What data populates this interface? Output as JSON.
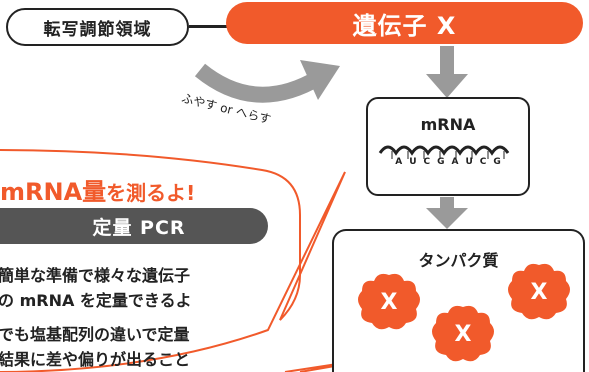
{
  "region_label": "転写調節領域",
  "gene_label": "遺伝子 X",
  "arrow_label": "ふやす or へらす",
  "mrna": {
    "title": "mRNA",
    "sequence": [
      "A",
      "U",
      "C",
      "G",
      "A",
      "U",
      "C",
      "G"
    ]
  },
  "protein": {
    "title": "タンパク質",
    "marker": "X"
  },
  "bubble": {
    "headline_prefix": "mRNA",
    "headline_emph": "量",
    "headline_suffix": "を測るよ!",
    "method": "定量 PCR",
    "lines": [
      "簡単な準備で様々な遺伝子",
      "の mRNA を定量できるよ",
      "でも塩基配列の違いで定量",
      "結果に差や偏りが出ること"
    ]
  },
  "colors": {
    "accent": "#f15a2b",
    "banner": "#555555",
    "arrow": "#9a9a9a",
    "outline": "#222222"
  }
}
